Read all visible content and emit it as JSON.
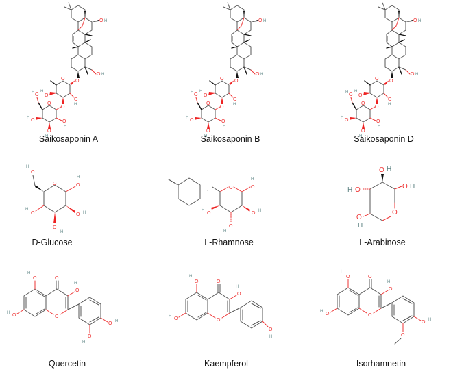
{
  "figure": {
    "rows": [
      {
        "compounds": [
          {
            "name": "Saikosaponin A"
          },
          {
            "name": "Saikosaponin B"
          },
          {
            "name": "Saikosaponin D"
          }
        ]
      },
      {
        "compounds": [
          {
            "name": "D-Glucose"
          },
          {
            "name": "L-Rhamnose"
          },
          {
            "name": "L-Arabinose"
          }
        ]
      },
      {
        "compounds": [
          {
            "name": "Quercetin"
          },
          {
            "name": "Kaempferol"
          },
          {
            "name": "Isorhamnetin"
          }
        ]
      }
    ],
    "atom_labels": {
      "oxygen": "O",
      "hydrogen": "H"
    },
    "colors": {
      "bond": "#555555",
      "oxygen": "#e33333",
      "hydrogen": "#6a8f8f",
      "text": "#111111"
    }
  }
}
